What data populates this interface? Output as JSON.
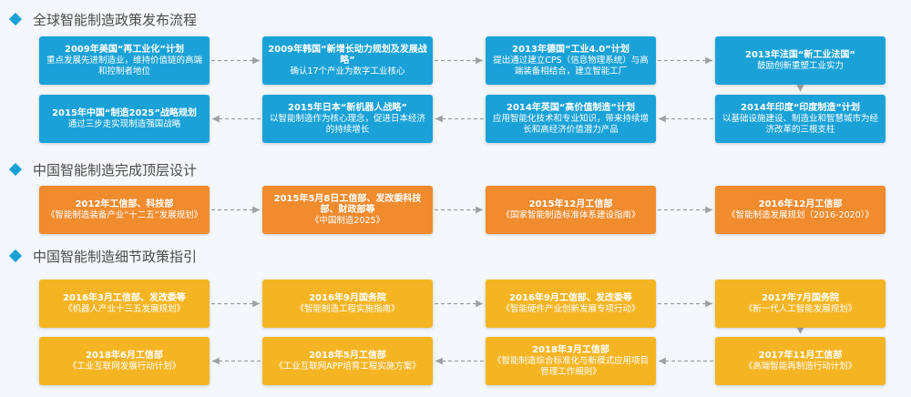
{
  "colors": {
    "blue": "#1aa2d8",
    "orange": "#f08b2e",
    "yellow": "#f5b523",
    "accent": "#1aa2d8",
    "arrow": "#9aa0a6"
  },
  "sections": [
    {
      "title": "全球智能制造政策发布流程",
      "color": "#1aa2d8",
      "boxes": [
        {
          "title": "2009年美国“再工业化”计划",
          "desc": "重点发展先进制造业，维持价值链的高端和控制者地位"
        },
        {
          "title": "2009年韩国“新增长动力规划及发展战略”",
          "desc": "确认17个产业为数字工业核心"
        },
        {
          "title": "2013年德国“工业4.0”计划",
          "desc": "提出通过建立CPS（信息物理系统）与高端装备相结合，建立智能工厂"
        },
        {
          "title": "2013年法国“新工业法国”",
          "desc": "鼓励创新重塑工业实力"
        },
        {
          "title": "2014年印度“印度制造”计划",
          "desc": "以基础设施建设、制造业和智慧城市为经济改革的三根支柱"
        },
        {
          "title": "2014年英国“高价值制造”计划",
          "desc": "应用智能化技术和专业知识，带来持续增长和高经济价值潜力产品"
        },
        {
          "title": "2015年日本“新机器人战略”",
          "desc": "以智能制造作为核心理念，促进日本经济的持续增长"
        },
        {
          "title": "2015年中国“制造2025”战略规划",
          "desc": "通过三步走实现制造强国战略"
        }
      ]
    },
    {
      "title": "中国智能制造完成顶层设计",
      "color": "#f08b2e",
      "boxes": [
        {
          "title": "2012年工信部、科技部",
          "desc": "《智能制造装备产业“十二五”发展规划》"
        },
        {
          "title": "2015年5月8日工信部、发改委科技部、财政部等",
          "desc": "《中国制造2025》"
        },
        {
          "title": "2015年12月工信部",
          "desc": "《国家智能制造标准体系建设指南》"
        },
        {
          "title": "2016年12月工信部",
          "desc": "《智能制造发展规划（2016-2020）》"
        }
      ]
    },
    {
      "title": "中国智能制造细节政策指引",
      "color": "#f5b523",
      "boxes": [
        {
          "title": "2016年3月工信部、发改委等",
          "desc": "《机器人产业十三五发展规划》"
        },
        {
          "title": "2016年9月国务院",
          "desc": "《智能制造工程实施指南》"
        },
        {
          "title": "2016年9月工信部、发改委等",
          "desc": "《智能硬件产业创新发展专项行动》"
        },
        {
          "title": "2017年7月国务院",
          "desc": "《新一代人工智能发展规划》"
        },
        {
          "title": "2017年11月工信部",
          "desc": "《高端智能再制造行动计划》"
        },
        {
          "title": "2018年3月工信部",
          "desc": "《智能制造综合标准化与新模式应用项目管理工作细则》"
        },
        {
          "title": "2018年5月工信部",
          "desc": "《工业互联网APP培育工程实施方案》"
        },
        {
          "title": "2018年6月工信部",
          "desc": "《工业互联网发展行动计划》"
        }
      ]
    }
  ]
}
